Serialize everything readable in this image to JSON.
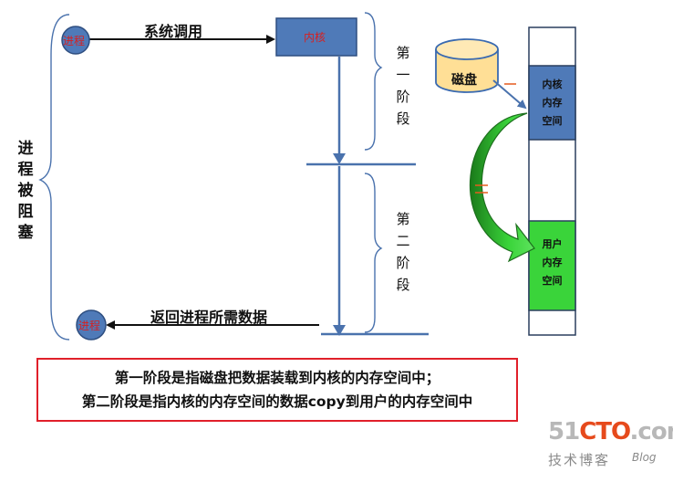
{
  "labels": {
    "syscall": "系统调用",
    "return_data": "返回进程所需数据",
    "blocked": [
      "进",
      "程",
      "被",
      "阻",
      "塞"
    ],
    "stage1": [
      "第",
      "一",
      "阶",
      "段"
    ],
    "stage2": [
      "第",
      "二",
      "阶",
      "段"
    ]
  },
  "nodes": {
    "process_top": "进程",
    "kernel": "内核",
    "process_bottom": "进程",
    "disk": "磁盘"
  },
  "memory": {
    "kernel_space": [
      "内核",
      "内存",
      "空间"
    ],
    "user_space": [
      "用户",
      "内存",
      "空间"
    ]
  },
  "note": {
    "line1": "第一阶段是指磁盘把数据装载到内核的内存空间中；",
    "line2": "第二阶段是指内核的内存空间的数据copy到用户的内存空间中"
  },
  "watermark": {
    "site_a": "51",
    "site_b": "CTO",
    "site_c": ".com",
    "tagline": "技术博客",
    "blog": "Blog"
  },
  "colors": {
    "node_fill": "#4f7ab8",
    "node_stroke": "#2e4e80",
    "line_blue": "#4a72ad",
    "kernel_mem": "#4f7ab8",
    "user_mem": "#3ad43a",
    "disk_fill": "#ffdf96",
    "note_border": "#e0202a"
  }
}
